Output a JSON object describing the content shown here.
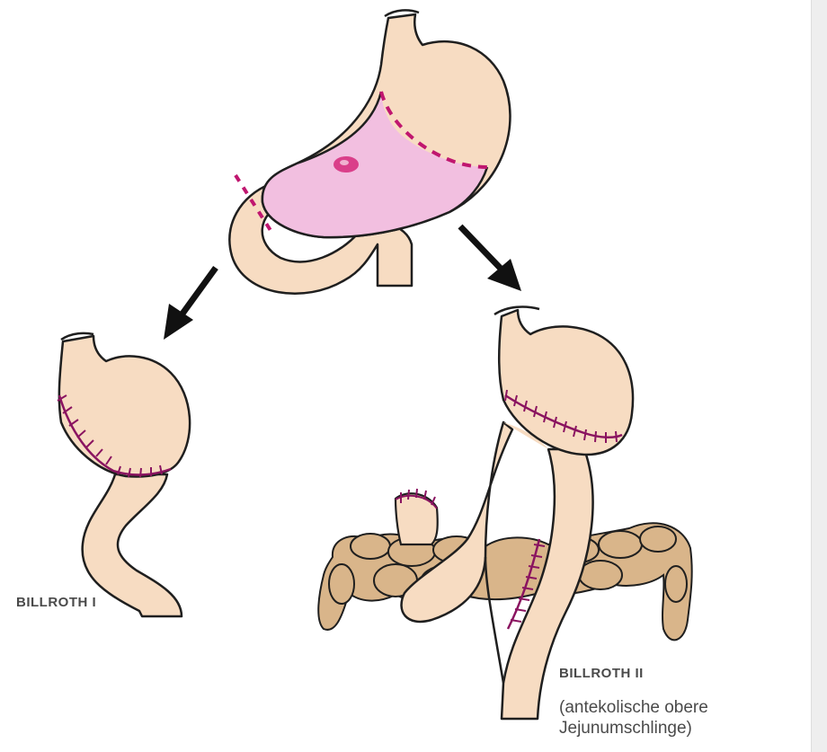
{
  "labels": {
    "billroth1": "Billroth I",
    "billroth2": "Billroth II",
    "billroth2_note_line1": "(antekolische obere",
    "billroth2_note_line2": "Jejunumschlinge)"
  },
  "colors": {
    "tissue": "#f7dcc2",
    "resected_region": "#f2bfe0",
    "ulcer": "#d6287a",
    "suture": "#8a1460",
    "outline": "#1f1f1f",
    "colon": "#d9b58a",
    "arrow": "#111111"
  }
}
